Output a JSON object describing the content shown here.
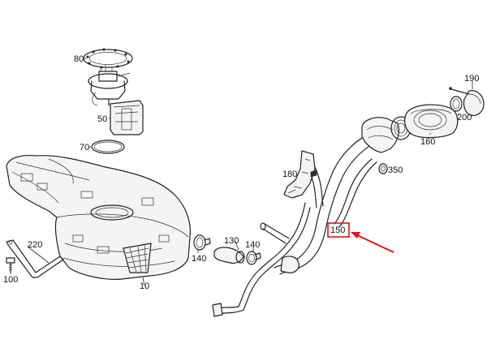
{
  "callouts": {
    "c10": "10",
    "c50": "50",
    "c70": "70",
    "c80": "80",
    "c100": "100",
    "c130": "130",
    "c140a": "140",
    "c140b": "140",
    "c150": "150",
    "c160": "160",
    "c180": "180",
    "c190": "190",
    "c200": "200",
    "c220": "220",
    "c350": "350"
  },
  "highlight": {
    "part": "150",
    "color": "#e0121b"
  }
}
